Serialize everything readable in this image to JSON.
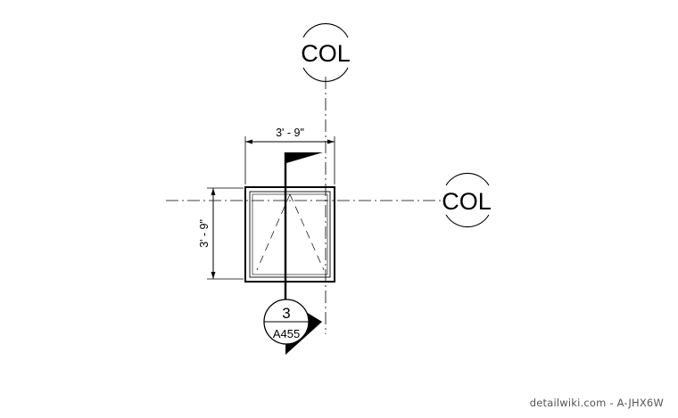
{
  "grid_markers": {
    "top_label": "COL",
    "right_label": "COL"
  },
  "dimensions": {
    "horizontal": "3' - 9\"",
    "vertical": "3' - 9\""
  },
  "section_marker": {
    "number": "3",
    "sheet": "A455"
  },
  "watermark": "detailwiki.com - A-JHX6W",
  "colors": {
    "ink": "#000000",
    "watermark": "#555555"
  }
}
